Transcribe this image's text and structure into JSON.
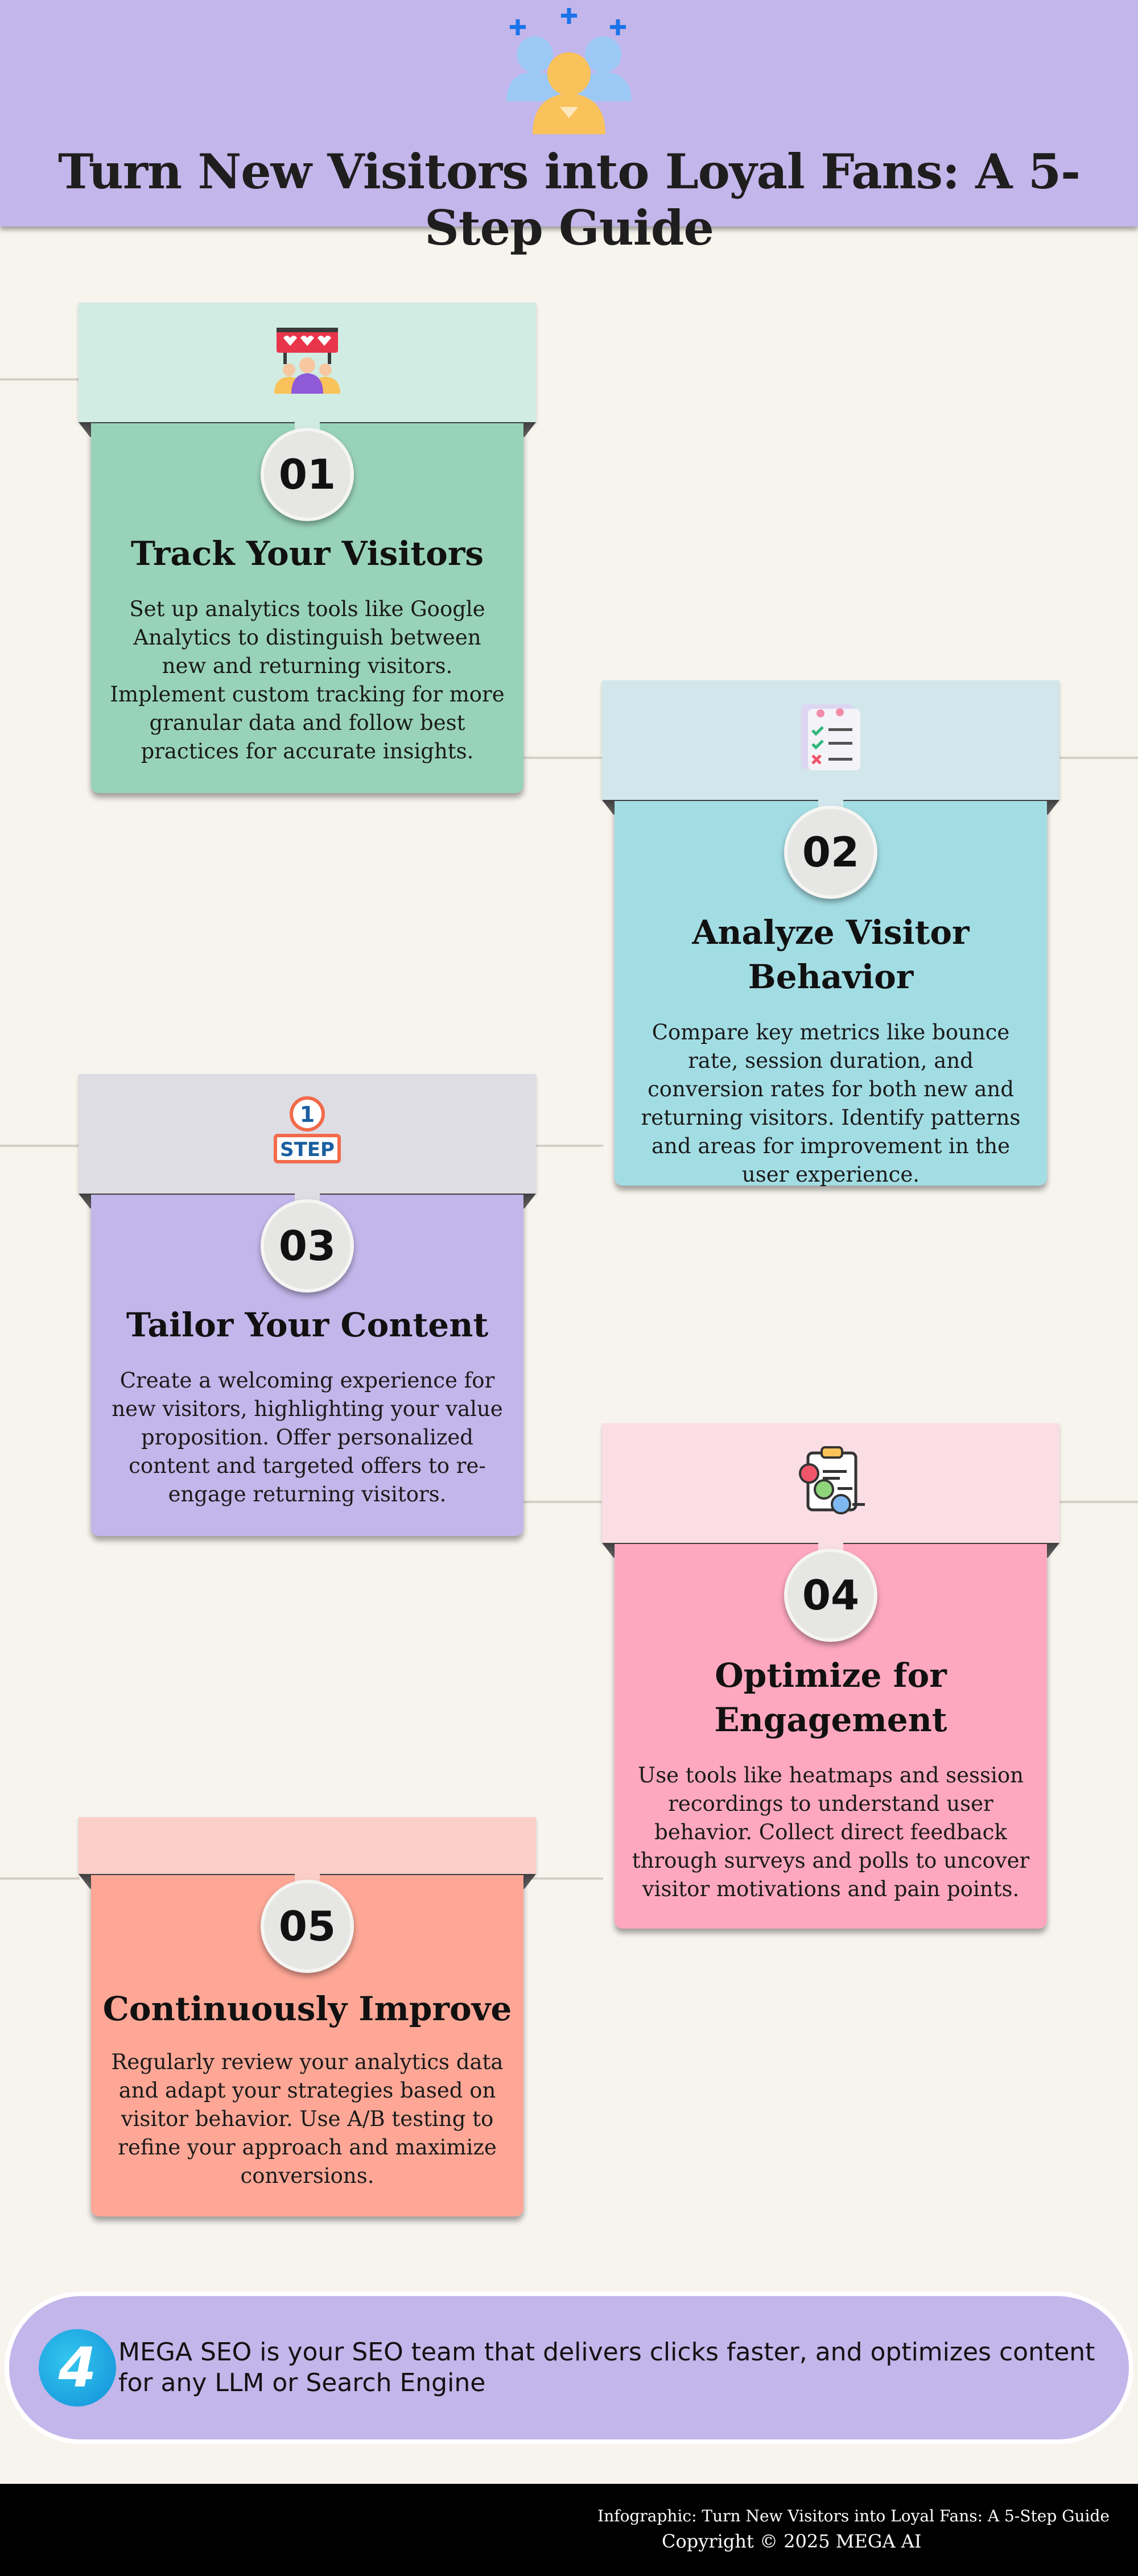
{
  "header": {
    "title": "Turn New Visitors into Loyal Fans: A 5-Step Guide",
    "icon": "audience-group-icon"
  },
  "steps": [
    {
      "number": "01",
      "title": "Track Your Visitors",
      "description": "Set up analytics tools like Google Analytics to distinguish between new and returning visitors. Implement custom tracking for more granular data and follow best practices for accurate insights.",
      "icon": "fan-sign-icon",
      "top_color": "#d1ece3",
      "card_color": "#98d3b9"
    },
    {
      "number": "02",
      "title": "Analyze Visitor Behavior",
      "description": "Compare key metrics like bounce rate, session duration, and conversion rates for both new and returning visitors. Identify patterns and areas for improvement in the user experience.",
      "icon": "checklist-icon",
      "top_color": "#d1e7ec",
      "card_color": "#a3dde4"
    },
    {
      "number": "03",
      "title": "Tailor Your Content",
      "description": "Create a welcoming experience for new visitors, highlighting your value proposition. Offer personalized content and targeted offers to re-engage returning visitors.",
      "icon": "step-one-icon",
      "icon_text": "STEP",
      "icon_number": "1",
      "top_color": "#dedde3",
      "card_color": "#c2b6ea"
    },
    {
      "number": "04",
      "title": "Optimize for Engagement",
      "description": "Use tools like heatmaps and session recordings to understand user behavior. Collect direct feedback through surveys and polls to uncover visitor motivations and pain points.",
      "icon": "numbered-list-icon",
      "top_color": "#fbdde5",
      "card_color": "#fea8c0"
    },
    {
      "number": "05",
      "title": "Continuously Improve",
      "description": "Regularly review your analytics data and adapt your strategies based on visitor behavior. Use A/B testing to refine your approach and maximize conversions.",
      "icon": "",
      "top_color": "#fbcfc8",
      "card_color": "#fea796"
    }
  ],
  "banner": {
    "logo_text": "4",
    "text": "MEGA SEO is your SEO team that delivers clicks faster, and optimizes content for any LLM or Search Engine"
  },
  "footer": {
    "line1": "Infographic: Turn New Visitors into Loyal Fans: A 5-Step Guide",
    "line2": "Copyright © 2025 MEGA AI"
  }
}
